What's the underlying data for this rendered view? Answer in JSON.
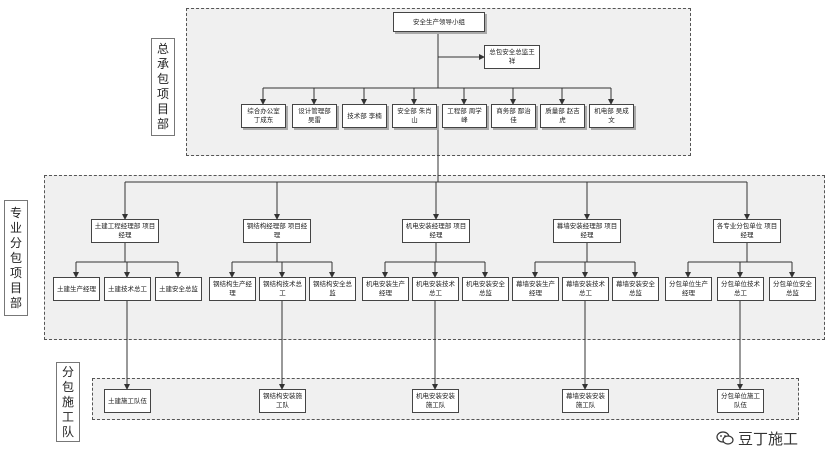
{
  "sections": {
    "general": "总承包项目部",
    "sub": "专业分包项目部",
    "team": "分包施工队"
  },
  "gc": {
    "leader": "安全生产领导小组",
    "safety_officer": "总包安全总监王祥",
    "depts": [
      "综合办公室 丁成东",
      "设计管理部 吴雷",
      "技术部 李楠",
      "安全部 朱肖山",
      "工程部 周学峰",
      "商务部 鄙治佳",
      "质量部 赵吉虎",
      "机电部 吴成文"
    ]
  },
  "subs": [
    {
      "head": "土建工程经理部 项目经理",
      "roles": [
        "土建生产经理",
        "土建技术总工",
        "土建安全总监"
      ],
      "team": "土建施工队伍"
    },
    {
      "head": "钢结构经理部 项目经理",
      "roles": [
        "钢结构生产经理",
        "钢结构技术总工",
        "钢结构安全总监"
      ],
      "team": "钢结构安装施工队"
    },
    {
      "head": "机电安装经理部 项目经理",
      "roles": [
        "机电安装生产经理",
        "机电安装技术总工",
        "机电安装安全总监"
      ],
      "team": "机电安装安装施工队"
    },
    {
      "head": "幕墙安装经理部 项目经理",
      "roles": [
        "幕墙安装生产经理",
        "幕墙安装技术总工",
        "幕墙安装安全总监"
      ],
      "team": "幕墙安装安装施工队"
    },
    {
      "head": "各专业分包单位 项目经理",
      "roles": [
        "分包单位生产经理",
        "分包单位技术总工",
        "分包单位安全总监"
      ],
      "team": "分包单位施工队伍"
    }
  ],
  "watermark": {
    "text": "豆丁施工",
    "icon": "wechat-icon"
  },
  "colors": {
    "region_fill": "#f0f0f0",
    "border": "#444444",
    "line": "#333333"
  }
}
